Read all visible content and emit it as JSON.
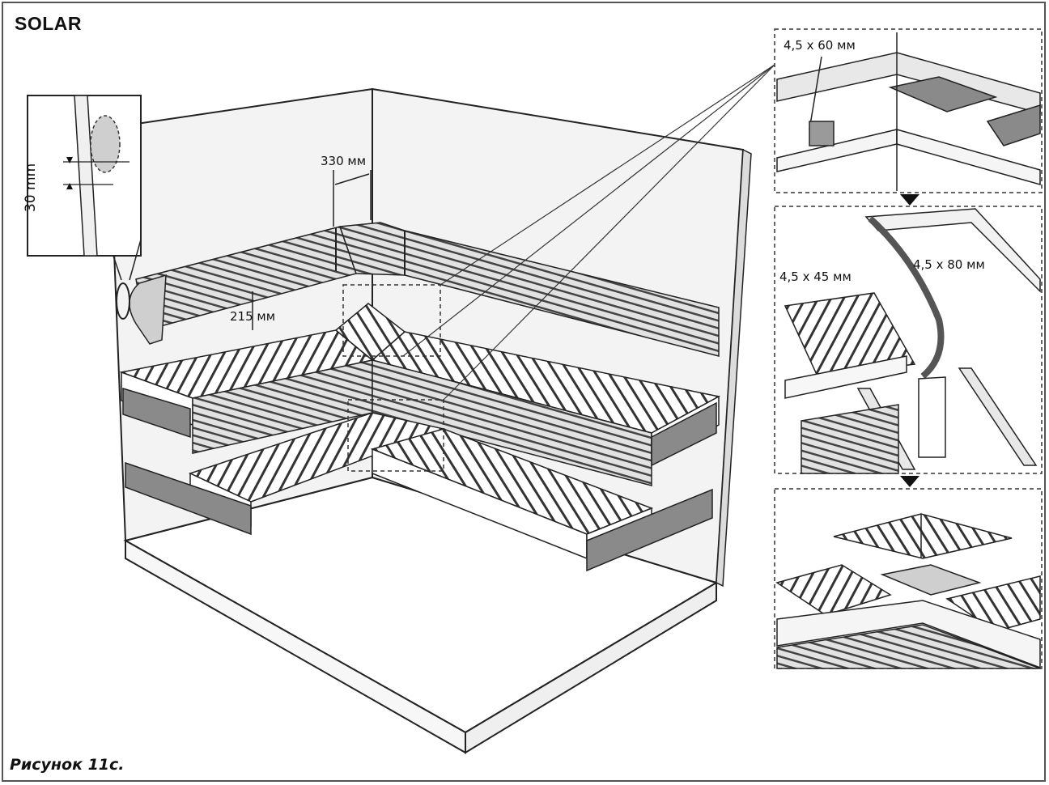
{
  "title": "SOLAR",
  "caption": "Рисунок 11c.",
  "labels": {
    "gap_wall": "330 мм",
    "gap_bench": "215 мм",
    "screw_60": "4,5 x 60 мм",
    "screw_45": "4,5 x 45 мм",
    "screw_80": "4,5 x 80 мм"
  },
  "detail_label": "30 mm"
}
